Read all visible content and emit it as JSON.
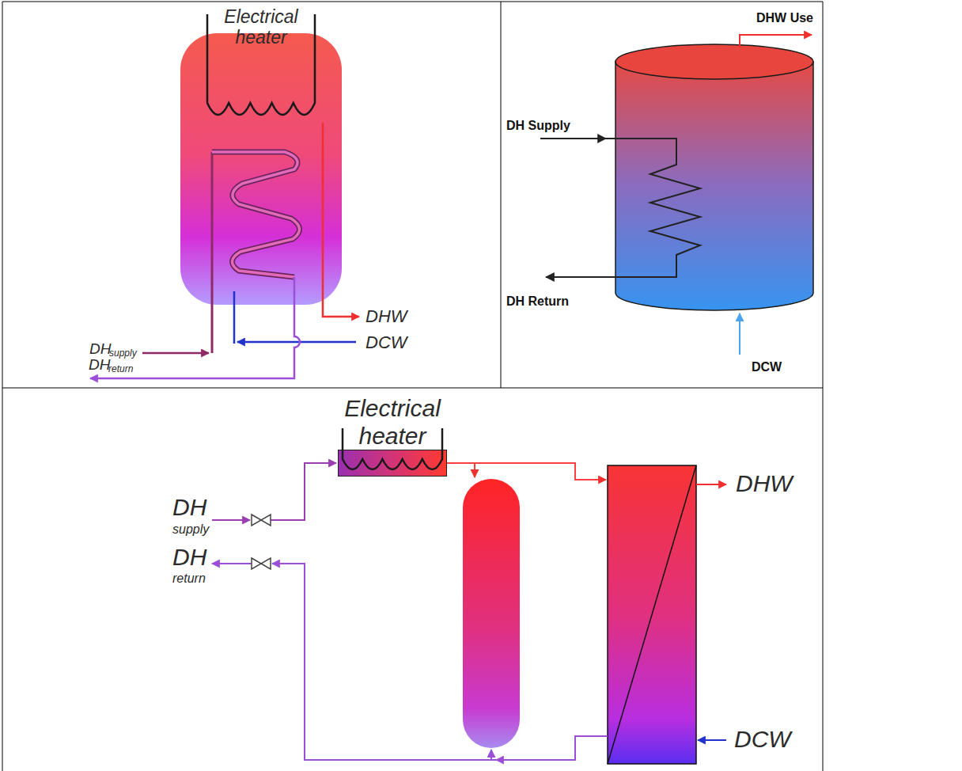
{
  "diagram": {
    "nodes": [
      {
        "text": [
          "Electrical heater"
        ]
      }
    ],
    "labels": [
      "Electrical heater",
      "DH",
      "supply",
      "DH",
      "return",
      "DHW",
      "DCW",
      "DHW Use",
      "DH Supply",
      "DH Return",
      "DCW",
      "DH",
      "supply",
      "DH",
      "return",
      "DHW",
      "DCW"
    ]
  }
}
